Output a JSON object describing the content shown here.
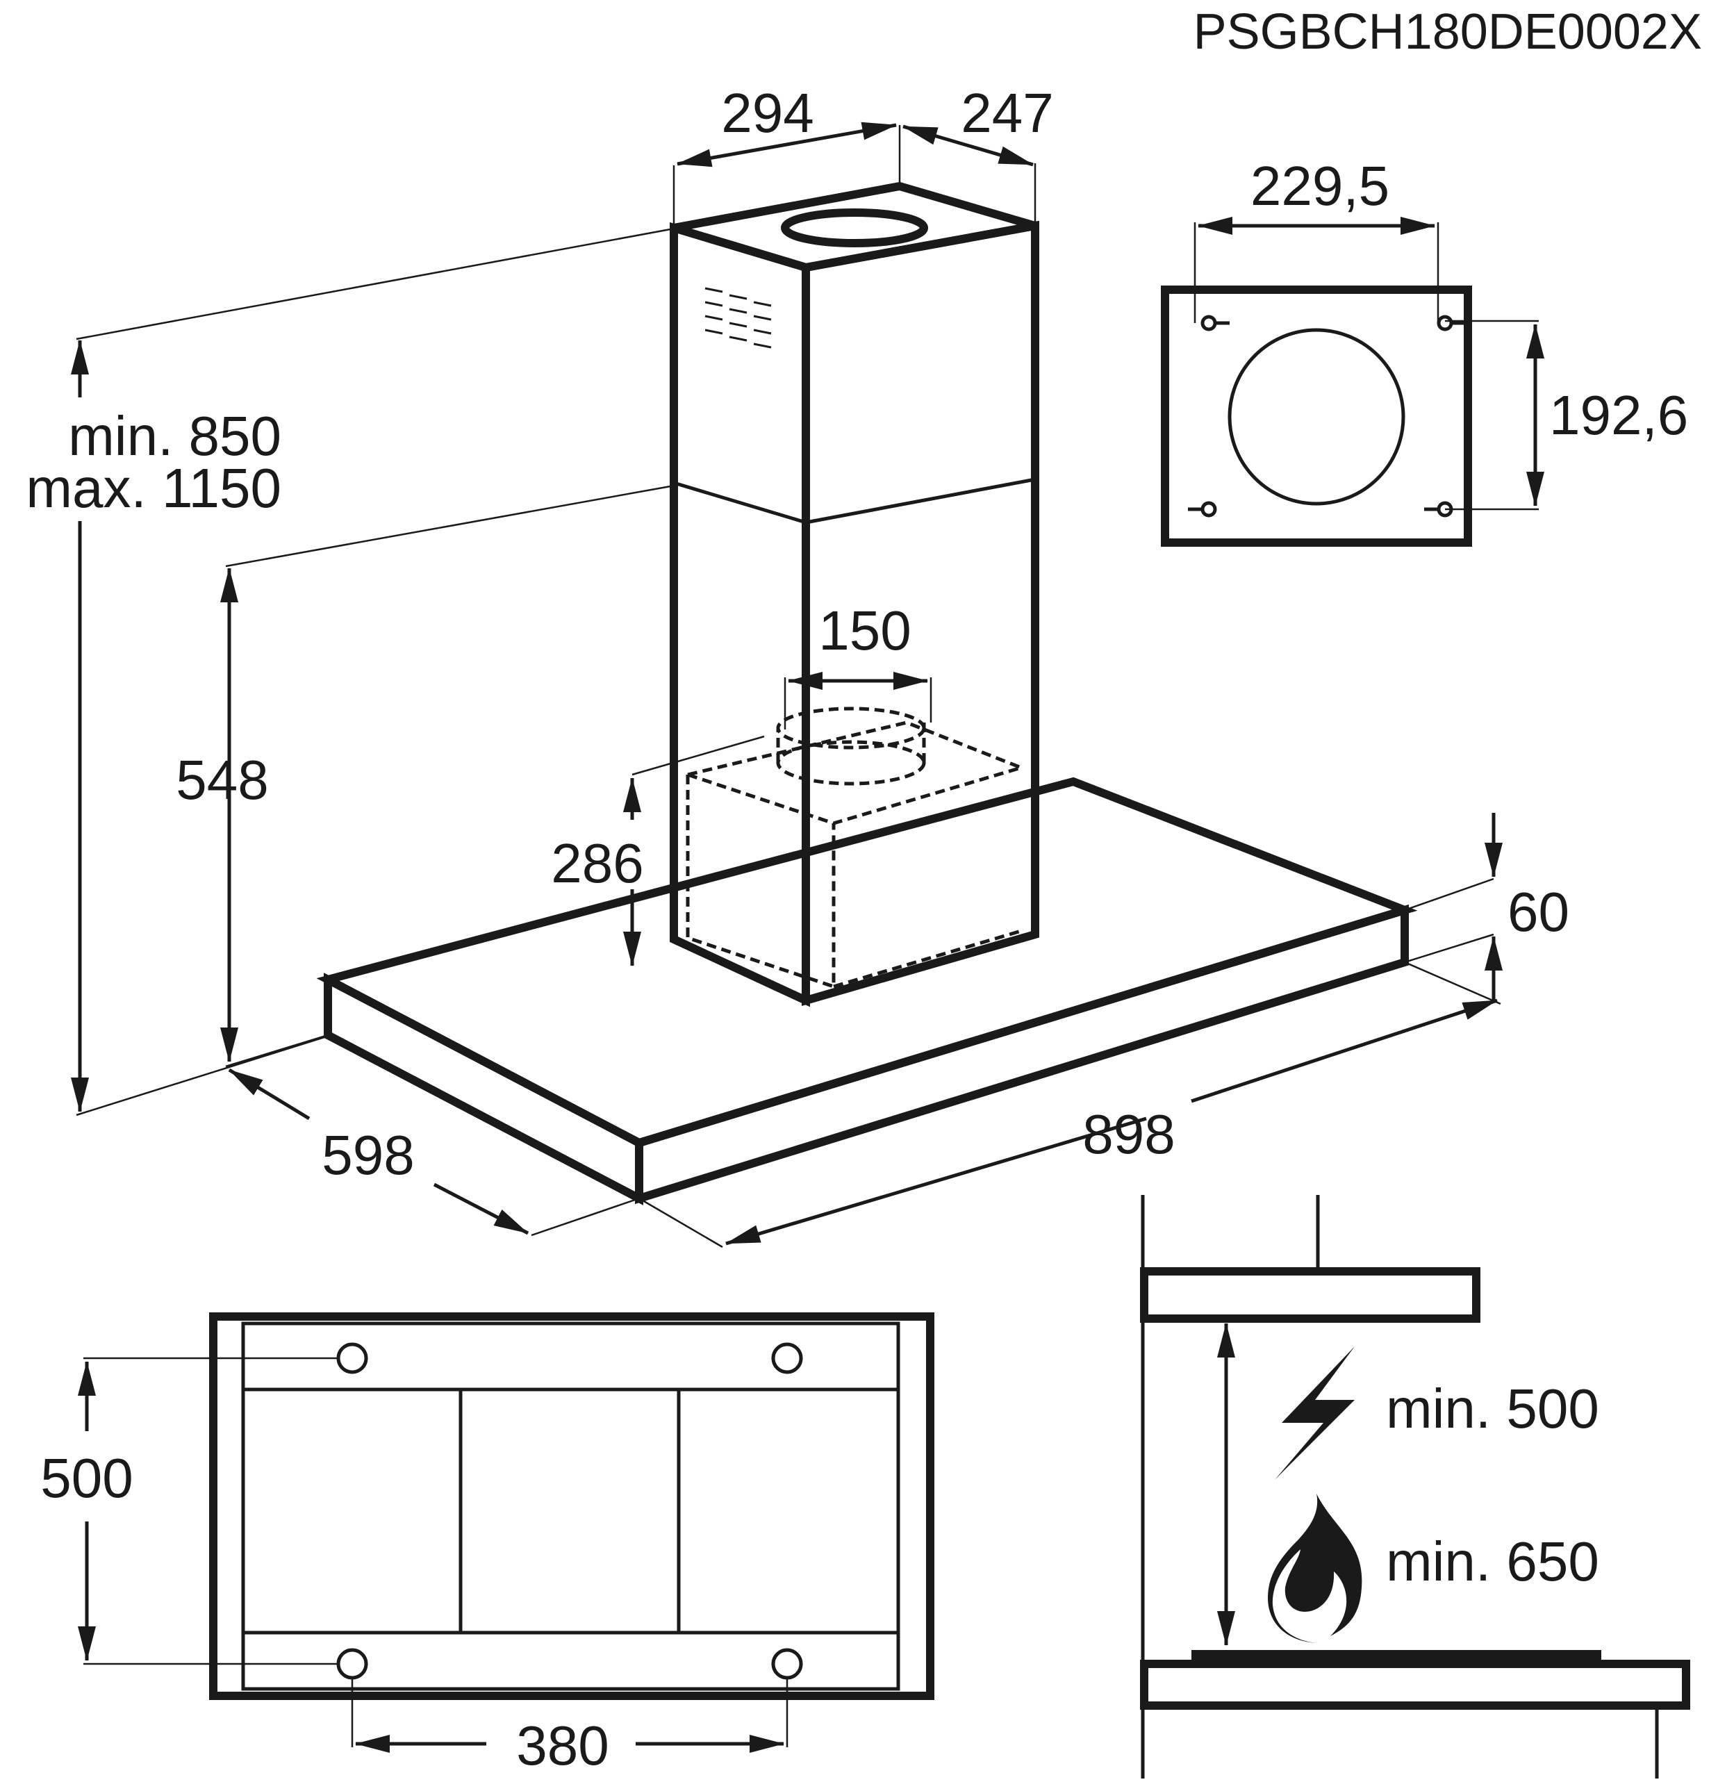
{
  "model_code": "PSGBCH180DE0002X",
  "dimensions": {
    "chimney_depth": "294",
    "chimney_width": "247",
    "chimney_height_min": "min. 850",
    "chimney_height_max": "max. 1150",
    "height_548": "548",
    "filter_height": "286",
    "duct_diameter": "150",
    "canopy_thickness": "60",
    "canopy_width": "898",
    "canopy_depth": "598"
  },
  "mounting_plate": {
    "hole_spacing_x": "229,5",
    "hole_spacing_y": "192,6"
  },
  "bottom_view": {
    "hole_spacing_y": "500",
    "hole_spacing_x": "380"
  },
  "clearance": {
    "electric_min": "min. 500",
    "gas_min": "min. 650",
    "electric_icon": "lightning-bolt-icon",
    "gas_icon": "flame-icon"
  },
  "colors": {
    "line": "#1a1a1a",
    "background": "#ffffff"
  }
}
